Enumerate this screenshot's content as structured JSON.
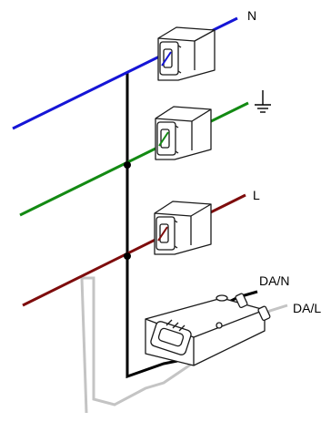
{
  "labels": {
    "neutral": "N",
    "line": "L",
    "da_neutral": "DA/N",
    "da_line": "DA/L"
  },
  "icons": {
    "earth": "earth-ground-icon"
  },
  "colors": {
    "neutral_wire": "#1515d6",
    "earth_wire": "#138a13",
    "line_wire": "#7e0c0c",
    "bridge_wire": "#000000",
    "dali_line_wire": "#c4c4c4",
    "connector_outline": "#1a1a1a",
    "connector_fill": "#ffffff"
  }
}
